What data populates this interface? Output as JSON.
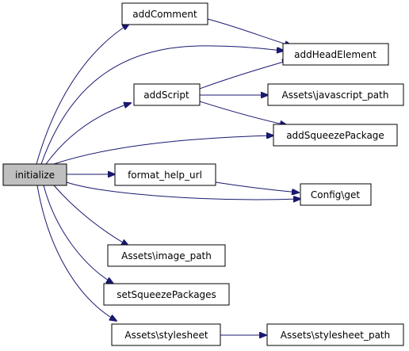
{
  "graph": {
    "root_fill": "#bfbfbf",
    "edge_color": "#191970",
    "nodes": {
      "initialize": "initialize",
      "addComment": "addComment",
      "addHeadElement": "addHeadElement",
      "addScript": "addScript",
      "javascript_path": "Assets\\javascript_path",
      "addSqueezePackage": "addSqueezePackage",
      "format_help_url": "format_help_url",
      "config_get": "Config\\get",
      "image_path": "Assets\\image_path",
      "setSqueezePackages": "setSqueezePackages",
      "stylesheet": "Assets\\stylesheet",
      "stylesheet_path": "Assets\\stylesheet_path"
    },
    "edges": [
      [
        "initialize",
        "addComment"
      ],
      [
        "initialize",
        "addHeadElement"
      ],
      [
        "initialize",
        "addScript"
      ],
      [
        "initialize",
        "addSqueezePackage"
      ],
      [
        "initialize",
        "format_help_url"
      ],
      [
        "initialize",
        "config_get"
      ],
      [
        "initialize",
        "image_path"
      ],
      [
        "initialize",
        "setSqueezePackages"
      ],
      [
        "initialize",
        "stylesheet"
      ],
      [
        "addComment",
        "addHeadElement"
      ],
      [
        "addScript",
        "addHeadElement"
      ],
      [
        "addScript",
        "javascript_path"
      ],
      [
        "addScript",
        "addSqueezePackage"
      ],
      [
        "format_help_url",
        "config_get"
      ],
      [
        "stylesheet",
        "stylesheet_path"
      ]
    ]
  }
}
